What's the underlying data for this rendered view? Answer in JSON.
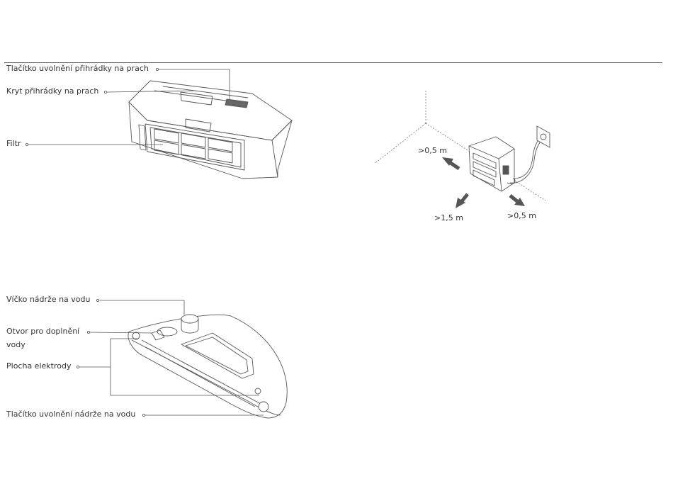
{
  "dustbin": {
    "release_button_label": "Tlačítko uvolnění přihrádky na prach",
    "cover_label": "Kryt přihrádky na prach",
    "filter_label": "Filtr"
  },
  "dock_clearance": {
    "side_left": ">0,5 m",
    "front": ">1,5 m",
    "side_right": ">0,5 m"
  },
  "water_tank": {
    "cap_label": "Víčko nádrže na vodu",
    "fill_hole_label": "Otvor pro doplnění vody",
    "electrode_label": "Plocha elektrody",
    "release_button_label": "Tlačítko uvolnění nádrže na vodu"
  },
  "colors": {
    "line": "#555555",
    "arrow": "#555555",
    "text": "#333333"
  }
}
